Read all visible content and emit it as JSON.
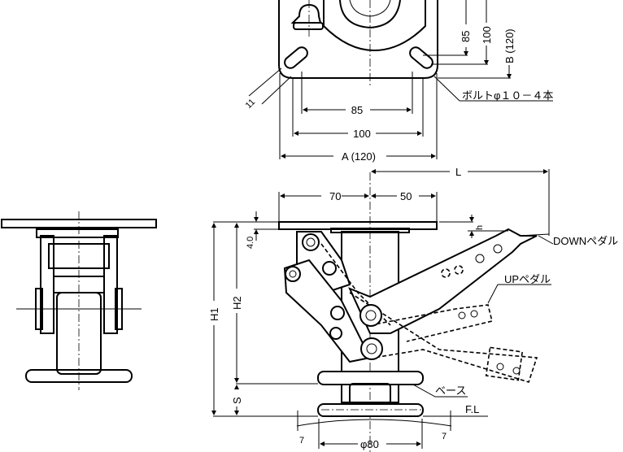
{
  "top_view": {
    "dim_85_v": "85",
    "dim_100_v": "100",
    "dim_b": "B (120)",
    "dim_85_h": "85",
    "dim_100_h": "100",
    "dim_a": "A (120)",
    "slot_width": "11",
    "bolt_note": "ボルトφ１０－４本"
  },
  "side_view": {
    "dim_l": "L",
    "dim_70": "70",
    "dim_50": "50",
    "dim_4": "4.0",
    "dim_h": "h",
    "dim_h1": "H1",
    "dim_h2": "H2",
    "dim_s": "S",
    "down_pedal": "DOWNペダル",
    "up_pedal": "UPペダル",
    "base": "ベース",
    "floor_level": "F.L",
    "dim_phi80": "φ80",
    "angle_left": "7",
    "angle_right": "7"
  }
}
